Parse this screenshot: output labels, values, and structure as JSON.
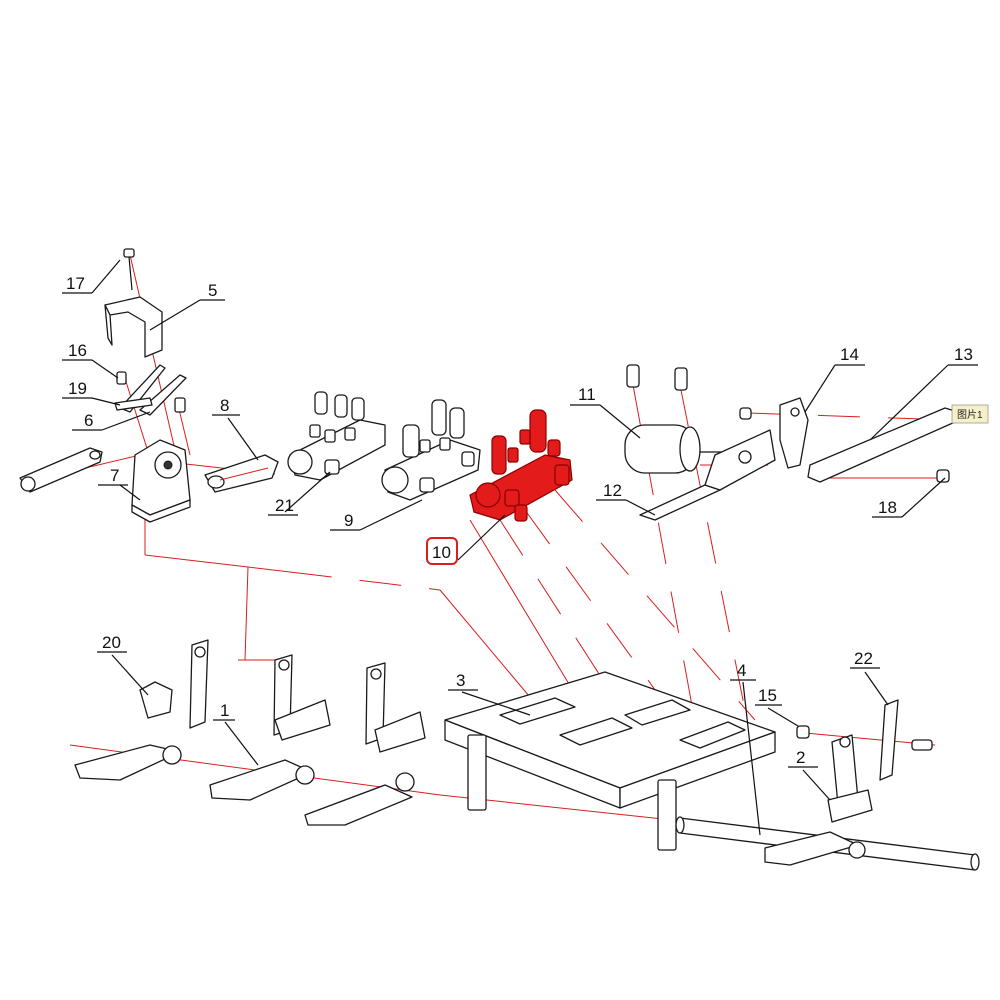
{
  "labels": {
    "p1": "1",
    "p2": "2",
    "p3": "3",
    "p4": "4",
    "p5": "5",
    "p6": "6",
    "p7": "7",
    "p8": "8",
    "p9": "9",
    "p10": "10",
    "p11": "11",
    "p12": "12",
    "p13": "13",
    "p14": "14",
    "p15": "15",
    "p16": "16",
    "p17": "17",
    "p18": "18",
    "p19": "19",
    "p20": "20",
    "p21": "21",
    "p22": "22"
  },
  "highlight": {
    "part": "10",
    "color": "#e31b1b"
  },
  "tag": {
    "text": "图片1"
  },
  "colors": {
    "assembly_line": "#d81e1e",
    "ink": "#111111",
    "highlight_border": "#d81e1e"
  }
}
